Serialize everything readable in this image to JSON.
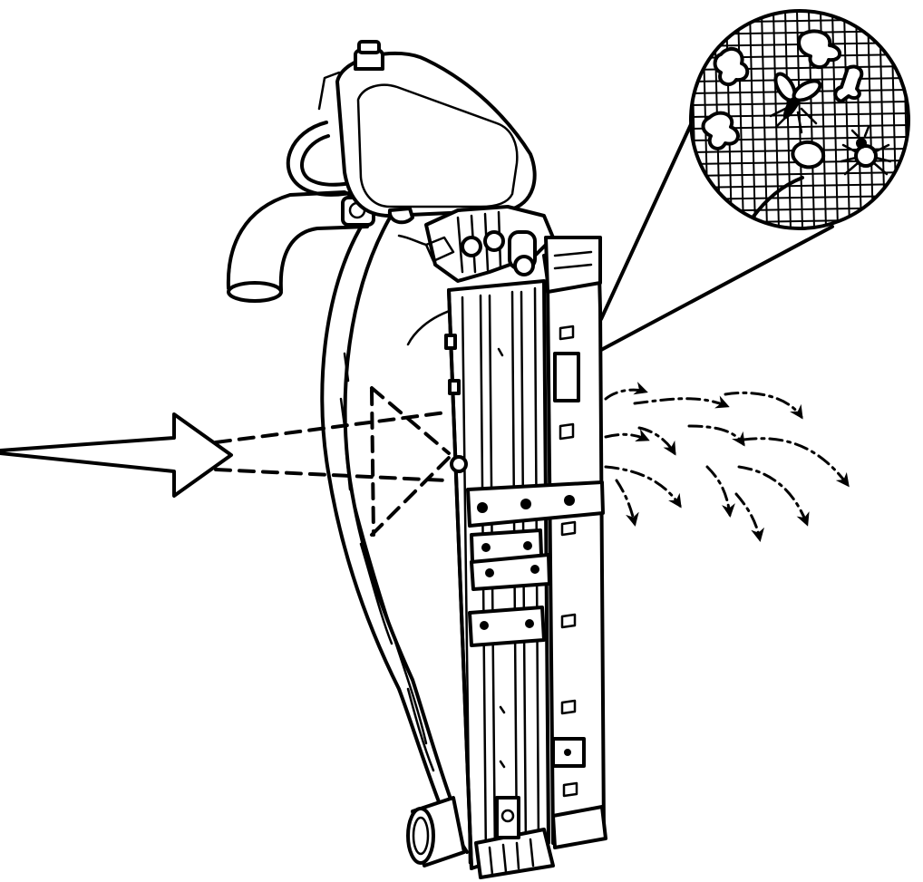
{
  "colors": {
    "ink": "#000000",
    "paper": "#ffffff"
  },
  "illustration": {
    "main_subject": "radiator-and-fan-shroud-assembly",
    "callout": "magnified-radiator-core-with-debris-and-insects",
    "airflow": "front-to-back-through-core"
  }
}
